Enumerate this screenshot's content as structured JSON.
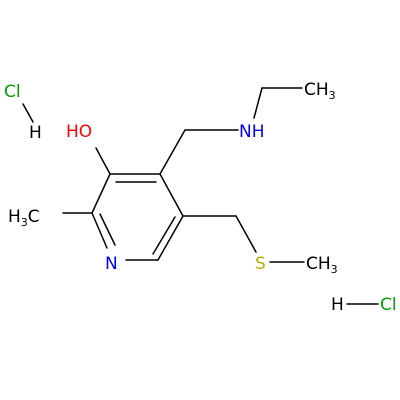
{
  "diagram": {
    "atoms": {
      "hydroxyl": {
        "label": "HO",
        "color": "#ff0000"
      },
      "ring_nitrogen": {
        "label": "N",
        "color": "#0000ff"
      },
      "amine": {
        "label": "NH",
        "color": "#0000ff"
      },
      "sulfur": {
        "label": "S",
        "color": "#b3b300"
      },
      "ethyl_methyl": {
        "label": "CH",
        "sub": "3",
        "color": "#000000"
      },
      "thio_methyl": {
        "label": "CH",
        "sub": "3",
        "color": "#000000"
      },
      "ring_methyl": {
        "label": "H",
        "mid": "3",
        "tail": "C",
        "color": "#000000"
      }
    },
    "salts": [
      {
        "cl": "Cl",
        "h": "H",
        "cl_color": "#00a000",
        "h_color": "#000000"
      },
      {
        "cl": "Cl",
        "h": "H",
        "cl_color": "#00a000",
        "h_color": "#000000"
      }
    ]
  }
}
